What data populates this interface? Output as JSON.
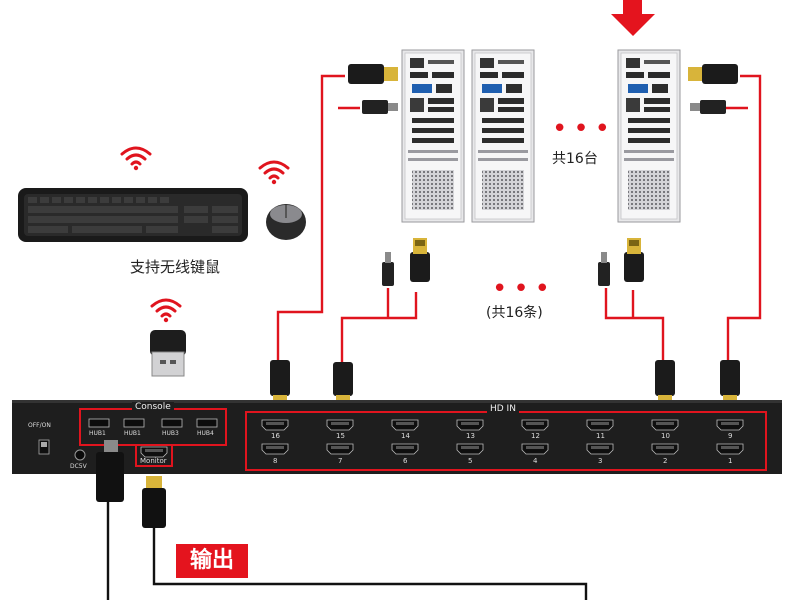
{
  "labels": {
    "wireless": "支持无线键鼠",
    "pc_count": "共16台",
    "cable_count": "(共16条)",
    "output": "输出"
  },
  "kvm": {
    "switch_label": "OFF/ON",
    "dc_label": "DC5V",
    "console_title": "Console",
    "hd_in_title": "HD IN",
    "usb_ports": [
      "HUB1",
      "HUB1",
      "HUB3",
      "HUB4"
    ],
    "monitor_label": "Monitor",
    "hdmi_top_row": [
      "16",
      "15",
      "14",
      "13",
      "12",
      "11",
      "10",
      "9"
    ],
    "hdmi_bottom_row": [
      "8",
      "7",
      "6",
      "5",
      "4",
      "3",
      "2",
      "1"
    ]
  },
  "colors": {
    "cable_red": "#e0141e",
    "accent_red": "#e4141e",
    "device_dark": "#1e1e1e",
    "hdmi_gold": "#c9a227"
  }
}
